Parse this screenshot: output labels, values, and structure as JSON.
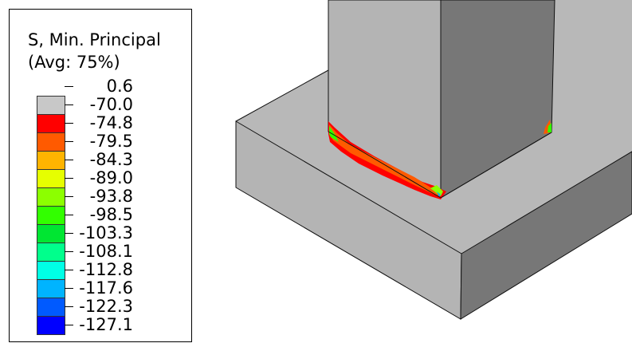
{
  "legend": {
    "title": "S, Min. Principal",
    "subtitle": "(Avg: 75%)",
    "values": [
      "0.6",
      "-70.0",
      "-74.8",
      "-79.5",
      "-84.3",
      "-89.0",
      "-93.8",
      "-98.5",
      "-103.3",
      "-108.1",
      "-112.8",
      "-117.6",
      "-122.3",
      "-127.1"
    ],
    "colors": [
      "#c8c8c8",
      "#ff0000",
      "#ff5a00",
      "#ffb400",
      "#e6ff00",
      "#8cff00",
      "#32ff00",
      "#00e632",
      "#00ff8c",
      "#00ffe6",
      "#00b4ff",
      "#005aff",
      "#0000ff"
    ]
  },
  "model": {
    "light_face_color": "#b8b8b8",
    "dark_face_color": "#777777"
  }
}
